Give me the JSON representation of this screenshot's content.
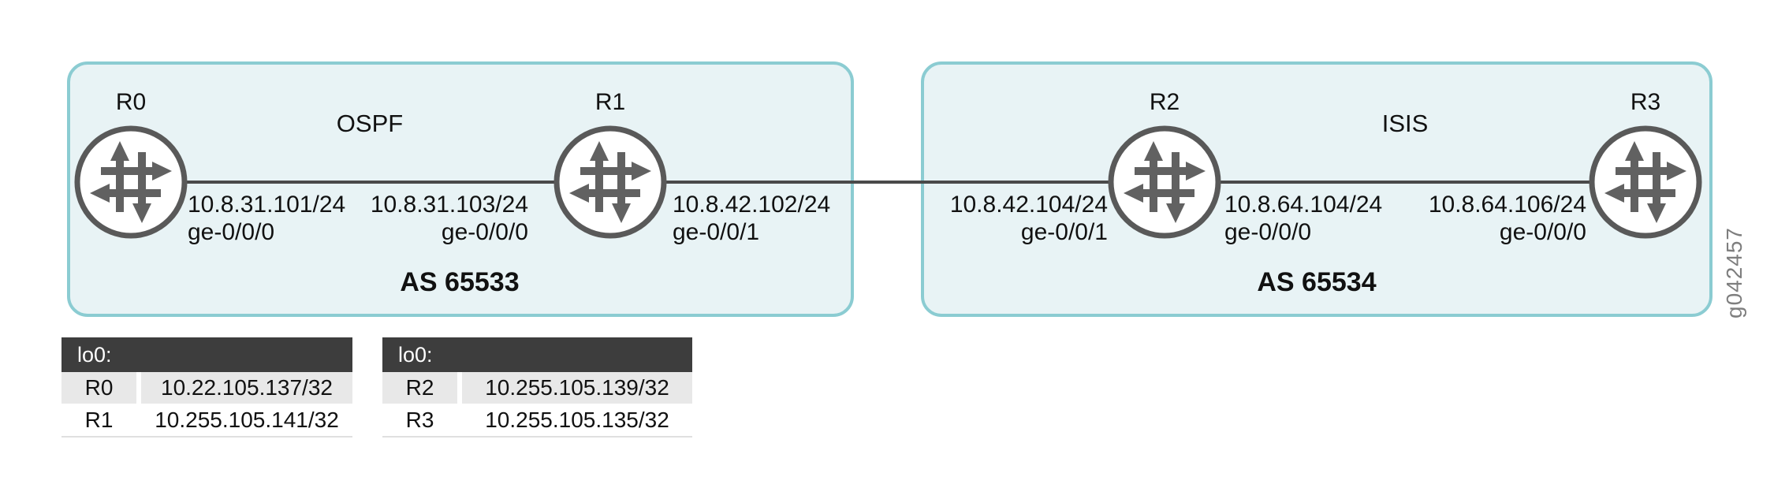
{
  "figure_id": "g042457",
  "areas": {
    "left": {
      "protocol": "OSPF",
      "as_label": "AS 65533"
    },
    "right": {
      "protocol": "ISIS",
      "as_label": "AS 65534"
    }
  },
  "routers": [
    {
      "name": "R0"
    },
    {
      "name": "R1"
    },
    {
      "name": "R2"
    },
    {
      "name": "R3"
    }
  ],
  "interfaces": [
    {
      "ip": "10.8.31.101/24",
      "port": "ge-0/0/0"
    },
    {
      "ip": "10.8.31.103/24",
      "port": "ge-0/0/0"
    },
    {
      "ip": "10.8.42.102/24",
      "port": "ge-0/0/1"
    },
    {
      "ip": "10.8.42.104/24",
      "port": "ge-0/0/1"
    },
    {
      "ip": "10.8.64.104/24",
      "port": "ge-0/0/0"
    },
    {
      "ip": "10.8.64.106/24",
      "port": "ge-0/0/0"
    }
  ],
  "loopback_tables": [
    {
      "header": "lo0:",
      "rows": [
        {
          "router": "R0",
          "address": "10.22.105.137/32"
        },
        {
          "router": "R1",
          "address": "10.255.105.141/32"
        }
      ]
    },
    {
      "header": "lo0:",
      "rows": [
        {
          "router": "R2",
          "address": "10.255.105.139/32"
        },
        {
          "router": "R3",
          "address": "10.255.105.135/32"
        }
      ]
    }
  ],
  "colors": {
    "box_fill": "#e8f3f5",
    "box_border": "#8bccd2",
    "link_line": "#4a4a4a",
    "router_glyph": "#5d5d5d",
    "table_header_bg": "#3d3d3d",
    "table_row_alt_bg": "#e8e8e8",
    "figure_id_text": "#7e7e7e"
  }
}
